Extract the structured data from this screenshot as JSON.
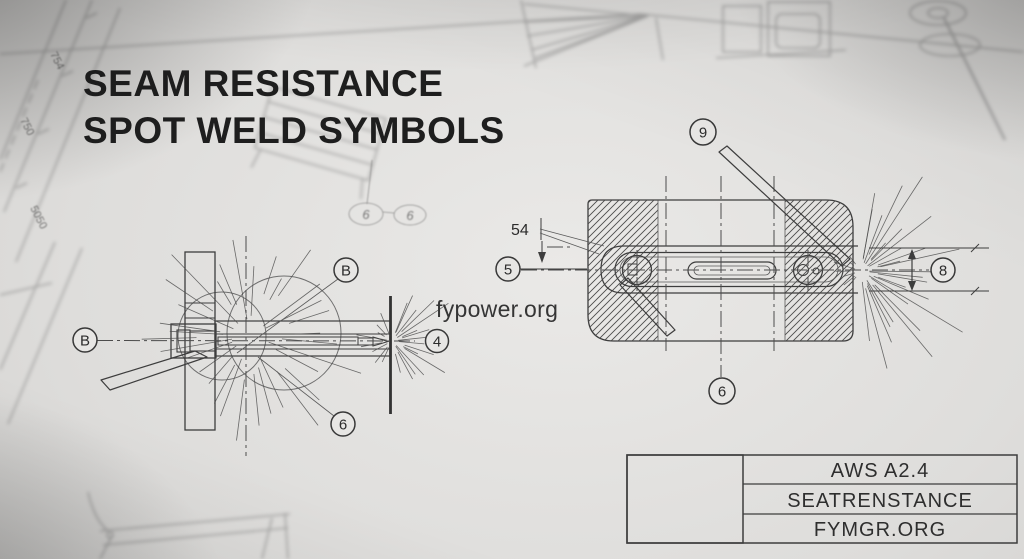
{
  "title": {
    "line1": "SEAM RESISTANCE",
    "line2": "SPOT WELD SYMBOLS"
  },
  "watermark": {
    "text": "fypower.org"
  },
  "left_diagram": {
    "callout_b_left": "B",
    "callout_b_top": "B",
    "callout_4": "4",
    "callout_6": "6"
  },
  "right_diagram": {
    "callout_9": "9",
    "callout_5": "5",
    "callout_8": "8",
    "callout_6": "6",
    "dim_width": "54"
  },
  "background_sketch": {
    "badge_a": "6",
    "badge_b": "6",
    "ruler_numbers": [
      "754",
      "750",
      "5050"
    ]
  },
  "title_block": {
    "rows": [
      {
        "label": "AWS A2.4"
      },
      {
        "label": "SEATRENSTANCE"
      },
      {
        "label": "FYMGR.ORG"
      }
    ]
  },
  "colors": {
    "paper": "#e2e1df",
    "ink": "#3d3d3d",
    "title_ink": "#1e1e1e"
  }
}
